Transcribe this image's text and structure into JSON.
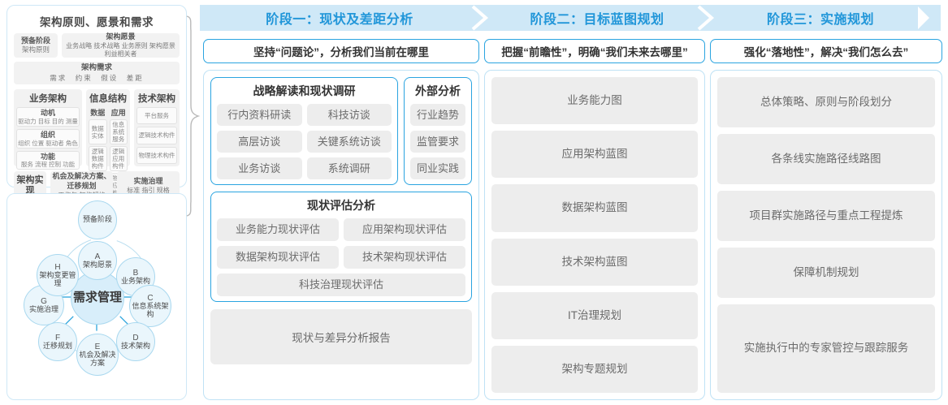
{
  "left_panel": {
    "togaf": {
      "title": "架构原则、愿景和需求",
      "row1": [
        {
          "head": "预备阶段",
          "sub": "架构原则"
        },
        {
          "head": "架构愿景",
          "sub": "业务战略 技术战略 业务原则 架构愿景 利益相关者"
        }
      ],
      "row2": {
        "head": "架构需求",
        "sub": "需求　约束　假设　差距"
      },
      "columns": [
        {
          "head": "业务架构",
          "boxes": [
            {
              "head": "动机",
              "sub": "驱动力 目标 目的 测量"
            },
            {
              "head": "组织",
              "sub": "组织 位置 驱动者 角色"
            },
            {
              "head": "功能",
              "sub": "服务 流程 控制 功能"
            }
          ]
        },
        {
          "head": "信息结构",
          "sub_columns": [
            {
              "head": "数据",
              "items": [
                "数据实体",
                "逻辑数据构件",
                "物理数据构件"
              ]
            },
            {
              "head": "应用",
              "items": [
                "信息系统服务",
                "逻辑应用构件",
                "物理应用构件"
              ]
            }
          ]
        },
        {
          "head": "技术架构",
          "items": [
            "平台服务",
            "逻辑技术构件",
            "物理技术构件"
          ]
        }
      ],
      "row4": {
        "label": "架构实现",
        "boxes": [
          {
            "head": "机会及解决方案、迁移规划",
            "sub": "工作包 架构契约"
          },
          {
            "head": "实施治理",
            "sub": "标准 指引 规格"
          }
        ]
      }
    },
    "adm": {
      "prep": "预备阶段",
      "center": "需求管理",
      "nodes": [
        {
          "key": "A",
          "name": "架构愿景"
        },
        {
          "key": "B",
          "name": "业务架构"
        },
        {
          "key": "C",
          "name": "信息系统架构"
        },
        {
          "key": "D",
          "name": "技术架构"
        },
        {
          "key": "E",
          "name": "机会及解决方案"
        },
        {
          "key": "F",
          "name": "迁移规划"
        },
        {
          "key": "G",
          "name": "实施治理"
        },
        {
          "key": "H",
          "name": "架构变更管理"
        }
      ]
    }
  },
  "stages": [
    {
      "header": "阶段一：现状及差距分析",
      "subtitle": "坚持“问题论”，分析我们当前在哪里",
      "cards": [
        {
          "title": "战略解读和现状调研",
          "rows": [
            [
              "行内资料研读",
              "科技访谈"
            ],
            [
              "高层访谈",
              "关键系统访谈"
            ],
            [
              "业务访谈",
              "系统调研"
            ]
          ]
        },
        {
          "title": "外部分析",
          "items": [
            "行业趋势",
            "监管要求",
            "同业实践"
          ]
        },
        {
          "title": "现状评估分析",
          "rows": [
            [
              "业务能力现状评估",
              "应用架构现状评估"
            ],
            [
              "数据架构现状评估",
              "技术架构现状评估"
            ],
            [
              "科技治理现状评估"
            ]
          ]
        }
      ],
      "report": "现状与差异分析报告"
    },
    {
      "header": "阶段二：目标蓝图规划",
      "subtitle": "把握“前瞻性”，明确“我们未来去哪里”",
      "items": [
        "业务能力图",
        "应用架构蓝图",
        "数据架构蓝图",
        "技术架构蓝图",
        "IT治理规划",
        "架构专题规划"
      ]
    },
    {
      "header": "阶段三：实施规划",
      "subtitle": "强化“落地性”，解决“我们怎么去”",
      "items": [
        "总体策略、原则与阶段划分",
        "各条线实施路径线路图",
        "项目群实施路径与重点工程提炼",
        "保障机制规划",
        "实施执行中的专家管控与跟踪服务"
      ]
    }
  ],
  "colors": {
    "banner_bg": "#cfe8f7",
    "banner_text": "#2196d9",
    "card_border": "#2aa4e0",
    "chip_bg": "#ededed",
    "panel_border": "#bfe2f5"
  }
}
